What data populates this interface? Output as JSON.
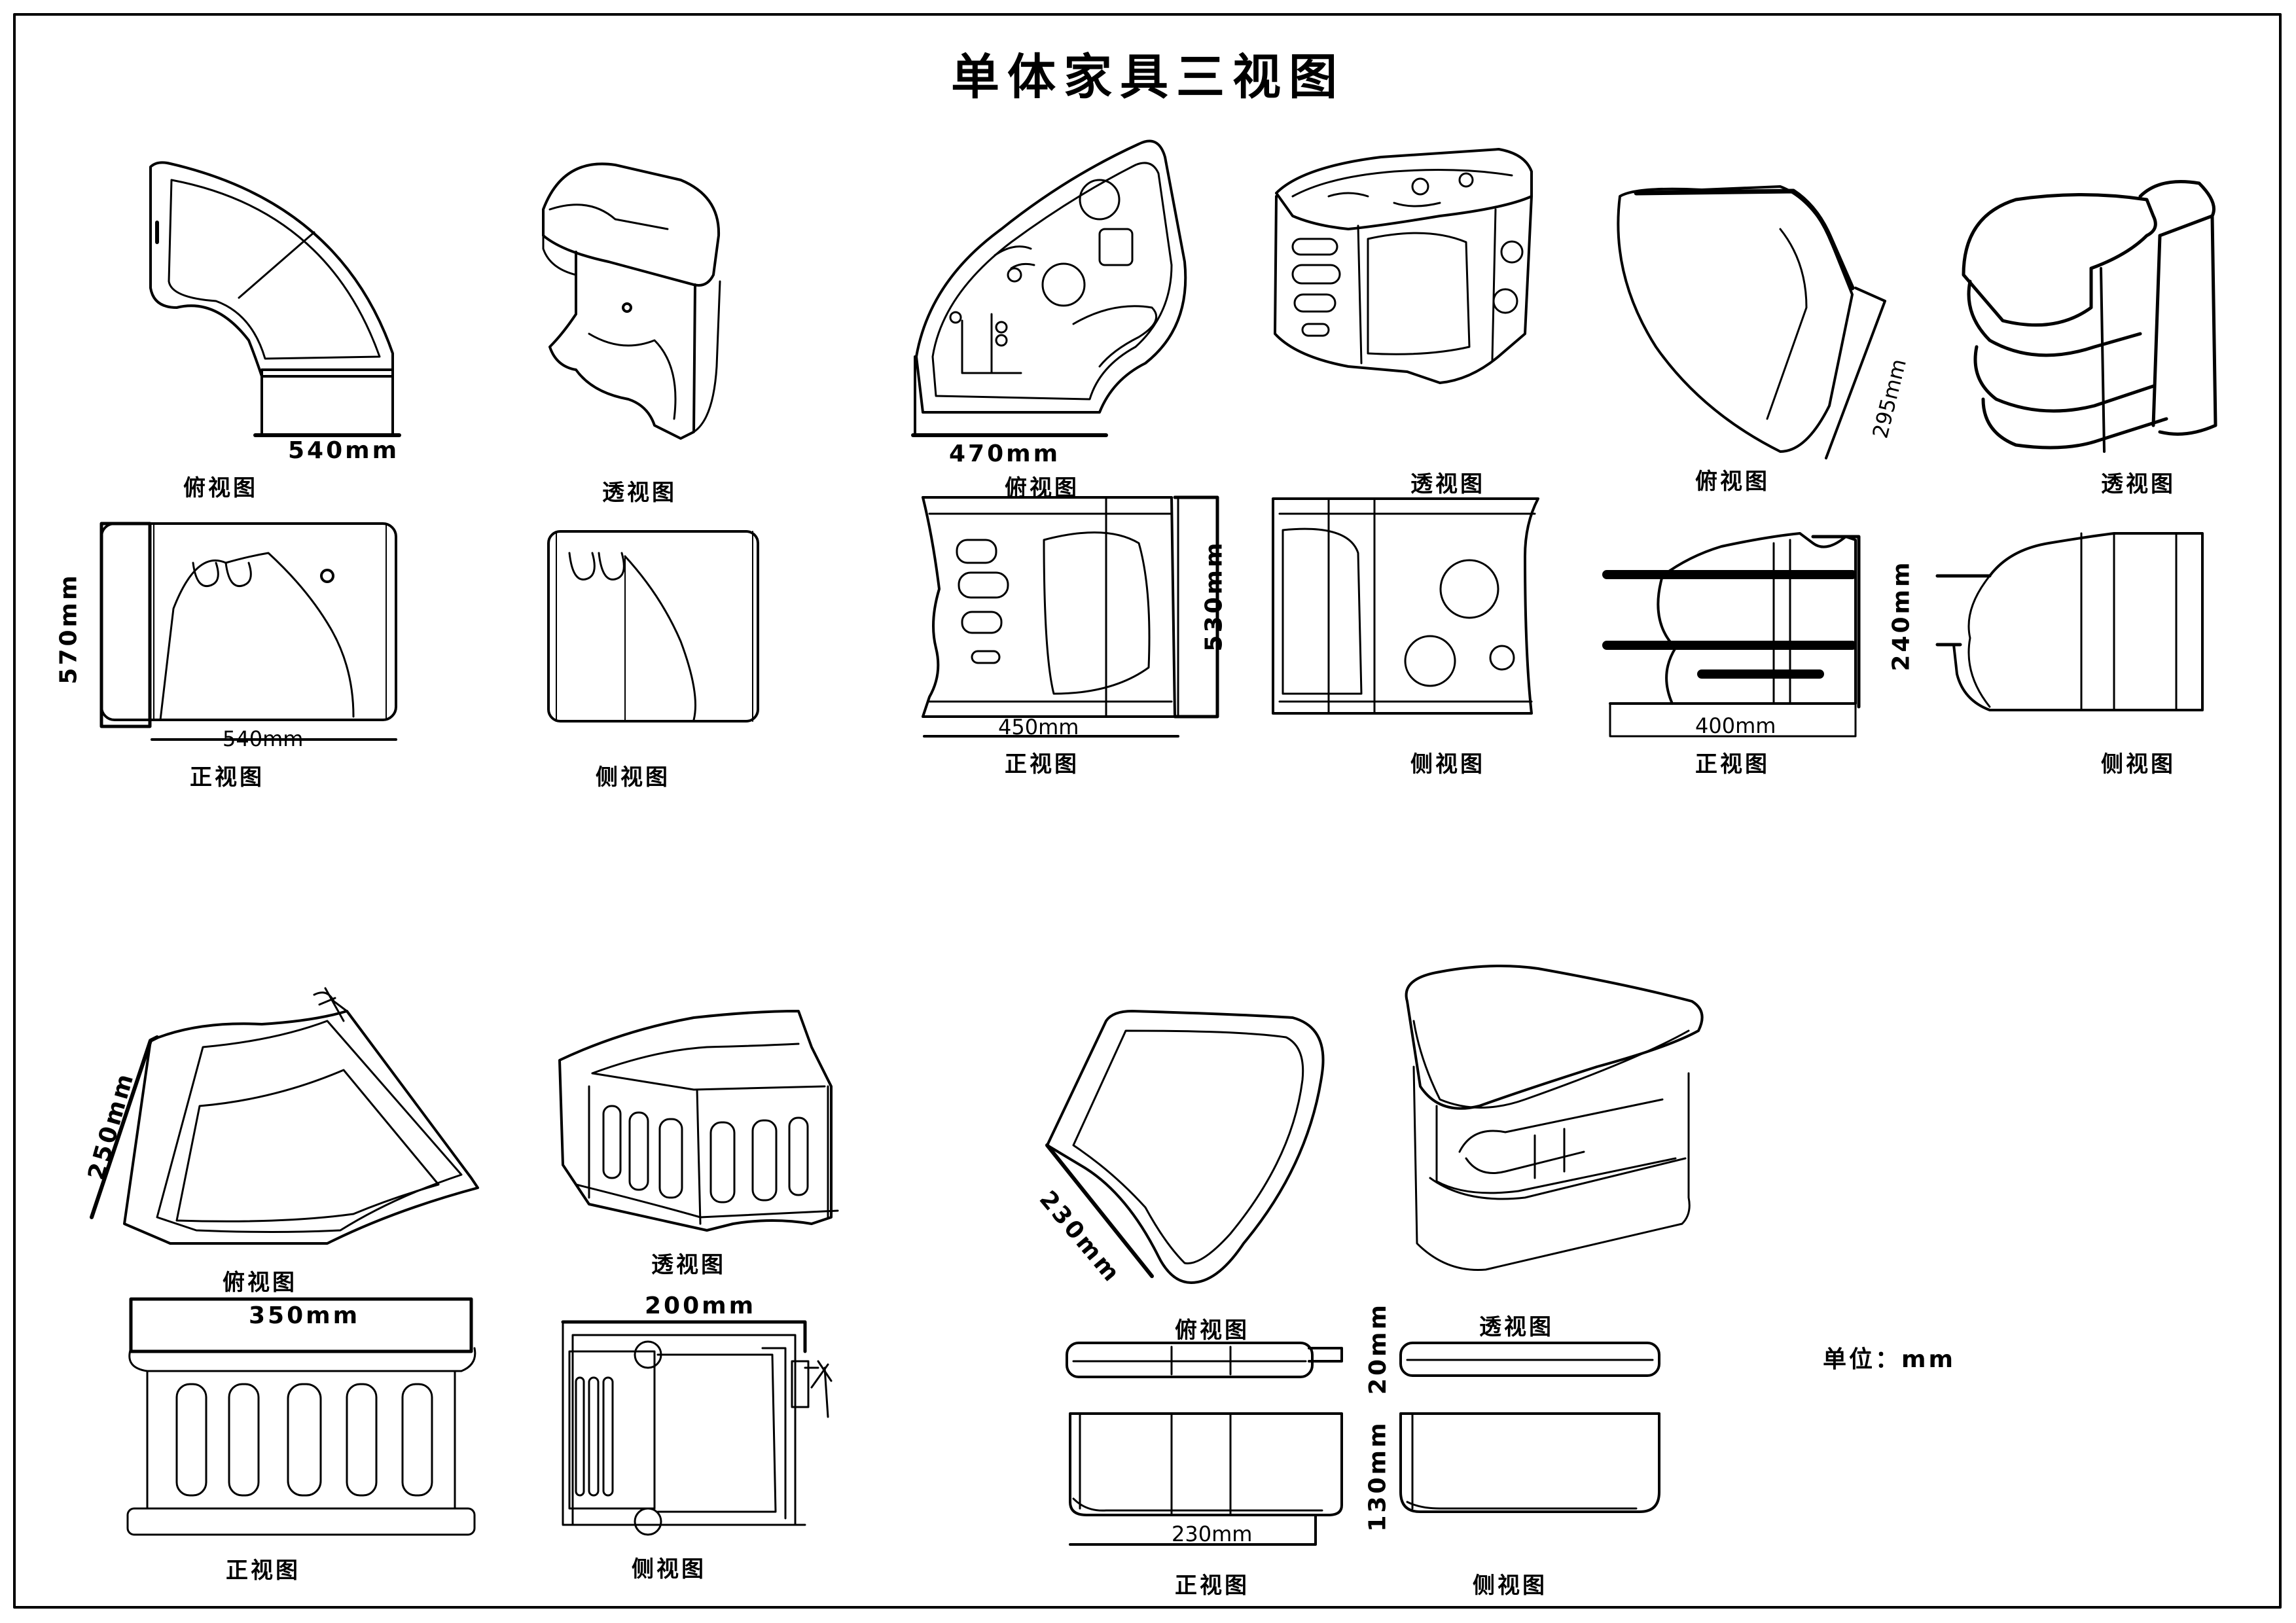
{
  "title": "单体家具三视图",
  "unit_label": "单位：mm",
  "view_names": {
    "top": "俯视图",
    "perspective": "透视图",
    "front": "正视图",
    "side": "侧视图"
  },
  "furniture": [
    {
      "dims": [
        "540mm",
        "570mm",
        "540mm"
      ]
    },
    {
      "dims": [
        "470mm",
        "530mm",
        "450mm"
      ]
    },
    {
      "dims": [
        "295mm",
        "240mm",
        "400mm"
      ]
    },
    {
      "dims": [
        "250mm",
        "350mm",
        "200mm"
      ]
    },
    {
      "dims": [
        "230mm",
        "20mm",
        "130mm",
        "230mm"
      ]
    }
  ]
}
